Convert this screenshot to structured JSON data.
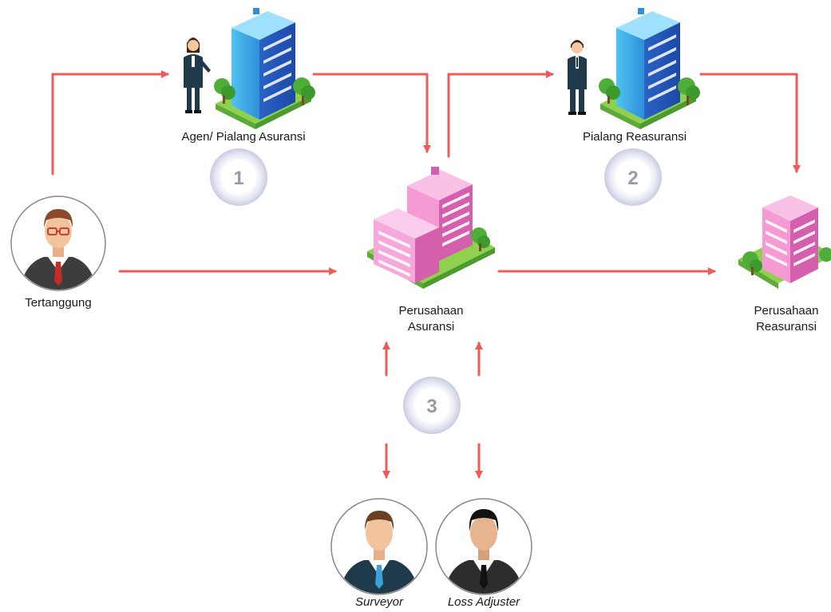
{
  "nodes": {
    "tertanggung": "Tertanggung",
    "agen": "Agen/ Pialang Asuransi",
    "pialang_reasuransi": "Pialang Reasuransi",
    "perusahaan_asuransi": [
      "Perusahaan",
      "Asuransi"
    ],
    "perusahaan_reasuransi": [
      "Perusahaan",
      "Reasuransi"
    ],
    "surveyor": "Surveyor",
    "loss_adjuster": "Loss Adjuster"
  },
  "steps": [
    "1",
    "2",
    "3"
  ],
  "colors": {
    "arrow": "#ef5b5b",
    "insurance_building": "#e97fc6",
    "broker_building": "#3ea8ea",
    "tree": "#4fae3a"
  }
}
